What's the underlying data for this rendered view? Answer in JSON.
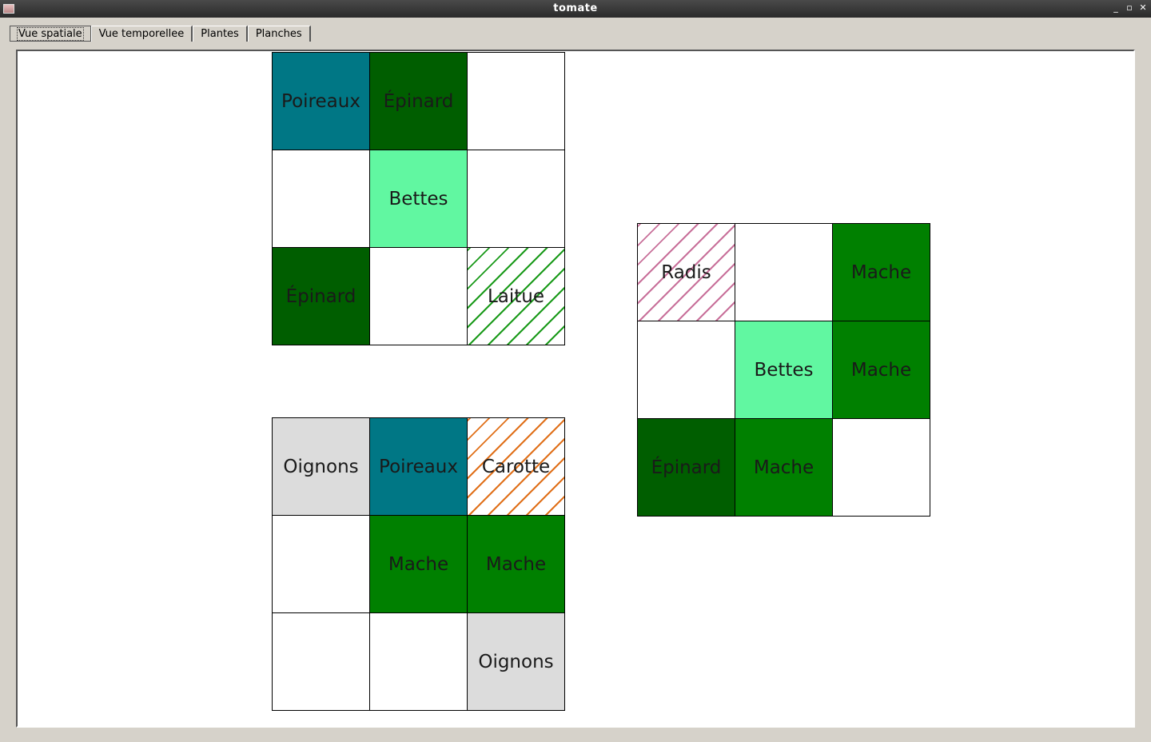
{
  "window": {
    "title": "tomate",
    "minimize": "_",
    "restore": "▫",
    "close": "✕"
  },
  "tabs": [
    {
      "label": "Vue spatiale",
      "active": true
    },
    {
      "label": "Vue temporellee",
      "active": false
    },
    {
      "label": "Plantes",
      "active": false
    },
    {
      "label": "Planches",
      "active": false
    }
  ],
  "colors": {
    "poireaux": "#007785",
    "epinard": "#005e00",
    "bettes": "#61f7a1",
    "mache": "#008000",
    "oignons": "#dcdcdc",
    "empty": "#ffffff"
  },
  "plots": [
    {
      "cells": [
        {
          "label": "Poireaux",
          "fill": "poireaux"
        },
        {
          "label": "Épinard",
          "fill": "epinard"
        },
        {
          "label": "",
          "fill": "empty"
        },
        {
          "label": "",
          "fill": "empty"
        },
        {
          "label": "Bettes",
          "fill": "bettes"
        },
        {
          "label": "",
          "fill": "empty"
        },
        {
          "label": "Épinard",
          "fill": "epinard"
        },
        {
          "label": "",
          "fill": "empty"
        },
        {
          "label": "Laitue",
          "fill": "hatch-green"
        }
      ]
    },
    {
      "cells": [
        {
          "label": "Oignons",
          "fill": "oignons"
        },
        {
          "label": "Poireaux",
          "fill": "poireaux"
        },
        {
          "label": "Carotte",
          "fill": "hatch-orange"
        },
        {
          "label": "",
          "fill": "empty"
        },
        {
          "label": "Mache",
          "fill": "mache"
        },
        {
          "label": "Mache",
          "fill": "mache"
        },
        {
          "label": "",
          "fill": "empty"
        },
        {
          "label": "",
          "fill": "empty"
        },
        {
          "label": "Oignons",
          "fill": "oignons"
        }
      ]
    },
    {
      "cells": [
        {
          "label": "Radis",
          "fill": "hatch-pink"
        },
        {
          "label": "",
          "fill": "empty"
        },
        {
          "label": "Mache",
          "fill": "mache"
        },
        {
          "label": "",
          "fill": "empty"
        },
        {
          "label": "Bettes",
          "fill": "bettes"
        },
        {
          "label": "Mache",
          "fill": "mache"
        },
        {
          "label": "Épinard",
          "fill": "epinard"
        },
        {
          "label": "Mache",
          "fill": "mache"
        },
        {
          "label": "",
          "fill": "empty"
        }
      ]
    }
  ]
}
